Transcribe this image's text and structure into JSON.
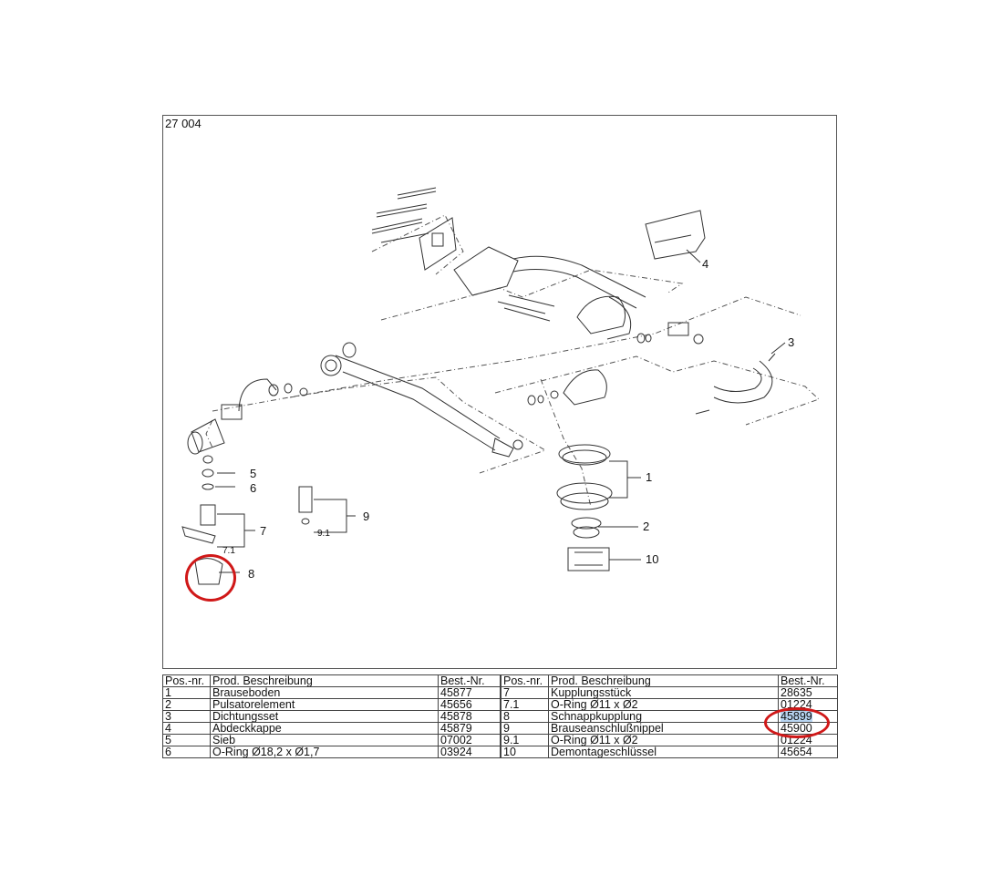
{
  "model_number": "27 004",
  "callouts": [
    "1",
    "2",
    "3",
    "4",
    "5",
    "6",
    "7",
    "7.1",
    "8",
    "9",
    "9.1",
    "10"
  ],
  "table_headers": {
    "pos": "Pos.-nr.",
    "desc": "Prod. Beschreibung",
    "order": "Best.-Nr."
  },
  "parts_left": [
    {
      "pos": "1",
      "desc": "Brauseboden",
      "order": "45877"
    },
    {
      "pos": "2",
      "desc": "Pulsatorelement",
      "order": "45656"
    },
    {
      "pos": "3",
      "desc": "Dichtungsset",
      "order": "45878"
    },
    {
      "pos": "4",
      "desc": "Abdeckkappe",
      "order": "45879"
    },
    {
      "pos": "5",
      "desc": "Sieb",
      "order": "07002"
    },
    {
      "pos": "6",
      "desc": "O-Ring Ø18,2 x Ø1,7",
      "order": "03924"
    }
  ],
  "parts_right": [
    {
      "pos": "7",
      "desc": "Kupplungsstück",
      "order": "28635"
    },
    {
      "pos": "7.1",
      "desc": "O-Ring Ø11 x Ø2",
      "order": "01224"
    },
    {
      "pos": "8",
      "desc": "Schnappkupplung",
      "order": "45899",
      "highlighted": true
    },
    {
      "pos": "9",
      "desc": "Brauseanschlußnippel",
      "order": "45900"
    },
    {
      "pos": "9.1",
      "desc": "O-Ring Ø11 x Ø2",
      "order": "01224"
    },
    {
      "pos": "10",
      "desc": "Demontageschlüssel",
      "order": "45654"
    }
  ],
  "colors": {
    "annotation": "#d01818",
    "selection": "#b7d4f0",
    "line": "#333333"
  }
}
